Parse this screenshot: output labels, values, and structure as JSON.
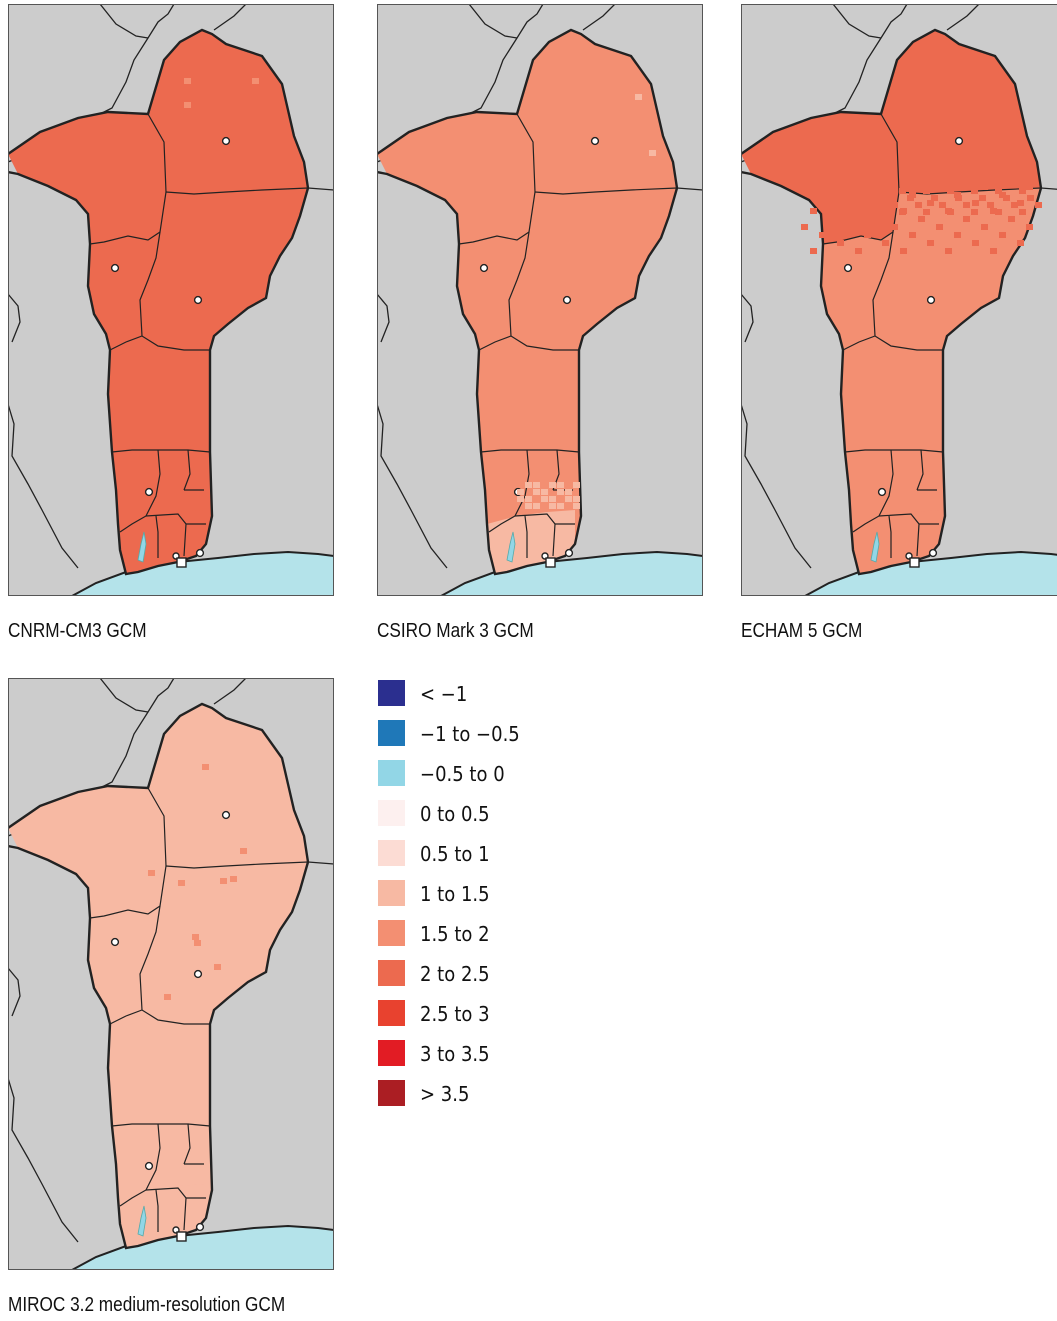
{
  "colors": {
    "land": "#cccccc",
    "ocean": "#b4e3ea",
    "border": "#222222"
  },
  "panels": [
    {
      "id": "cnrm",
      "caption": "CNRM-CM3 GCM",
      "north_class": "2 to 2.5",
      "south_class": "2 to 2.5",
      "coast_class": "2 to 2.5"
    },
    {
      "id": "csiro",
      "caption": "CSIRO Mark 3 GCM",
      "north_class": "1.5 to 2",
      "south_class": "1.5 to 2",
      "coast_class": "1 to 1.5"
    },
    {
      "id": "echam",
      "caption": "ECHAM 5 GCM",
      "north_class": "2 to 2.5",
      "south_class": "1.5 to 2",
      "coast_class": "1.5 to 2"
    },
    {
      "id": "miroc",
      "caption": "MIROC 3.2 medium-resolution GCM",
      "north_class": "1 to 1.5",
      "south_class": "1 to 1.5",
      "coast_class": "1 to 1.5"
    }
  ],
  "legend": [
    {
      "label": "< −1",
      "color": "#2b2f8f"
    },
    {
      "label": "−1 to −0.5",
      "color": "#1f78b8"
    },
    {
      "label": "−0.5 to 0",
      "color": "#92d6e6"
    },
    {
      "label": "0 to 0.5",
      "color": "#fdf0ef"
    },
    {
      "label": "0.5 to 1",
      "color": "#fcdcd4"
    },
    {
      "label": "1 to 1.5",
      "color": "#f7b9a3"
    },
    {
      "label": "1.5 to 2",
      "color": "#f38f72"
    },
    {
      "label": "2 to 2.5",
      "color": "#ec6a4f"
    },
    {
      "label": "2.5 to 3",
      "color": "#e8422f"
    },
    {
      "label": "3 to 3.5",
      "color": "#e21c24"
    },
    {
      "label": "> 3.5",
      "color": "#ab1e23"
    }
  ]
}
